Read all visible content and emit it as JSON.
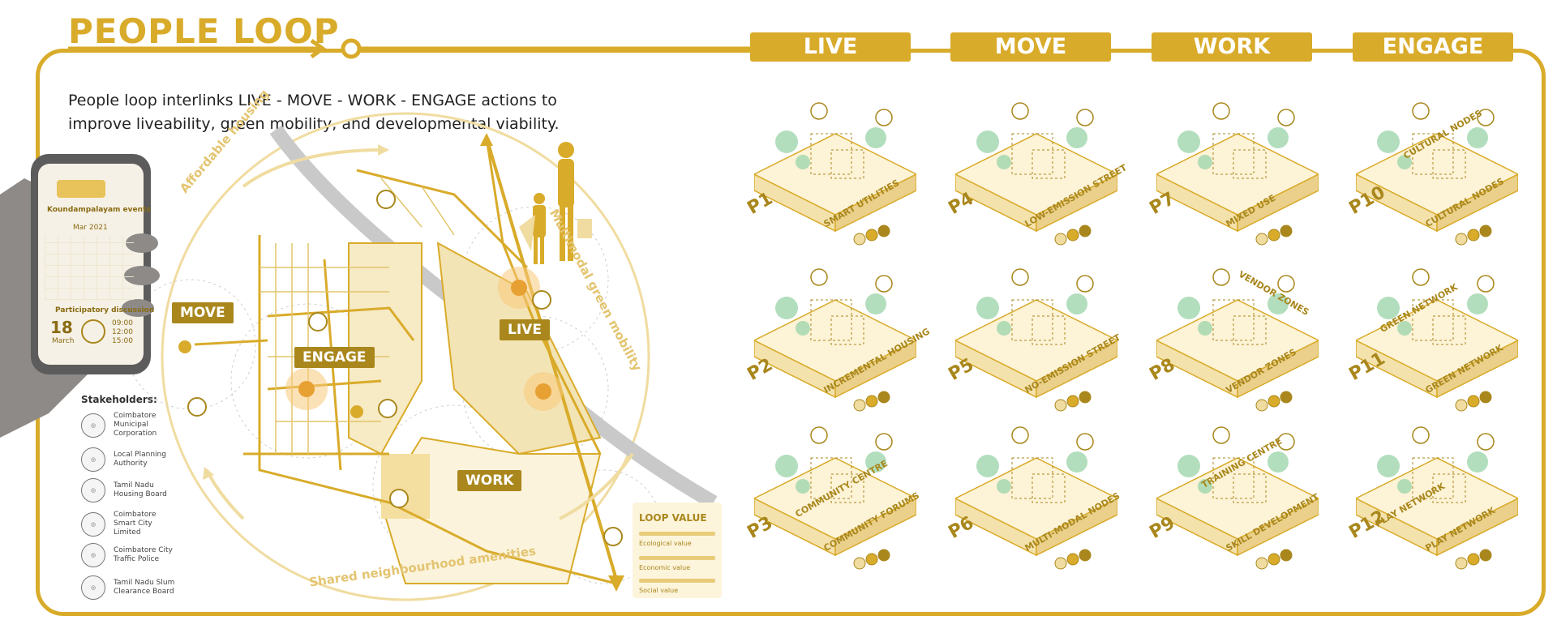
{
  "title": "PEOPLE LOOP",
  "intro": "People loop interlinks LIVE - MOVE - WORK - ENGAGE actions to improve liveability, green mobility, and developmental viability.",
  "categories": [
    "LIVE",
    "MOVE",
    "WORK",
    "ENGAGE"
  ],
  "map": {
    "labels": {
      "move": "MOVE",
      "engage": "ENGAGE",
      "live": "LIVE",
      "work": "WORK"
    },
    "arc_labels": {
      "affordable": "Affordable housing",
      "multimodal": "Multimodal green mobility",
      "shared": "Shared neighbourhood amenities"
    }
  },
  "phone": {
    "events_title": "Koundampalayam events",
    "month": "Mar 2021",
    "discussion": "Participatory discussion",
    "day": "18",
    "day_month": "March",
    "times": [
      "09:00",
      "12:00",
      "15:00"
    ]
  },
  "stakeholders": {
    "heading": "Stakeholders:",
    "items": [
      "Coimbatore Municipal Corporation",
      "Local Planning Authority",
      "Tamil Nadu Housing Board",
      "Coimbatore Smart City Limited",
      "Coimbatore City Traffic Police",
      "Tamil Nadu Slum Clearance Board"
    ]
  },
  "loop_value": {
    "title": "LOOP VALUE",
    "items": [
      "Ecological value",
      "Economic value",
      "Social value"
    ]
  },
  "projects": [
    {
      "code": "P1",
      "name": "SMART UTILITIES"
    },
    {
      "code": "P2",
      "name": "INCREMENTAL HOUSING"
    },
    {
      "code": "P3",
      "name": "COMMUNITY FORUMS"
    },
    {
      "code": "P4",
      "name": "LOW-EMISSION STREET"
    },
    {
      "code": "P5",
      "name": "NO-EMISSION STREET"
    },
    {
      "code": "P6",
      "name": "MULTI-MODAL NODES"
    },
    {
      "code": "P7",
      "name": "MIXED USE"
    },
    {
      "code": "P8",
      "name": "VENDOR ZONES"
    },
    {
      "code": "P9",
      "name": "SKILL DEVELOPMENT"
    },
    {
      "code": "P10",
      "name": "CULTURAL NODES"
    },
    {
      "code": "P11",
      "name": "GREEN NETWORK"
    },
    {
      "code": "P12",
      "name": "PLAY NETWORK"
    }
  ],
  "tags": {
    "community": "COMMUNITY CENTRE",
    "vendor": "VENDOR ZONES",
    "training": "TRAINING CENTRE",
    "cultural": "CULTURAL NODES",
    "green": "GREEN NETWORK",
    "play": "PLAY NETWORK"
  },
  "colors": {
    "gold": "#d9ab2a",
    "dark_gold": "#a9871c",
    "tree": "#8fcf9e",
    "pale": "#fdf0cc"
  },
  "icons": [
    "bicycle-icon",
    "bus-icon",
    "star-icon",
    "pedestrian-icon",
    "smartphone-icon"
  ]
}
